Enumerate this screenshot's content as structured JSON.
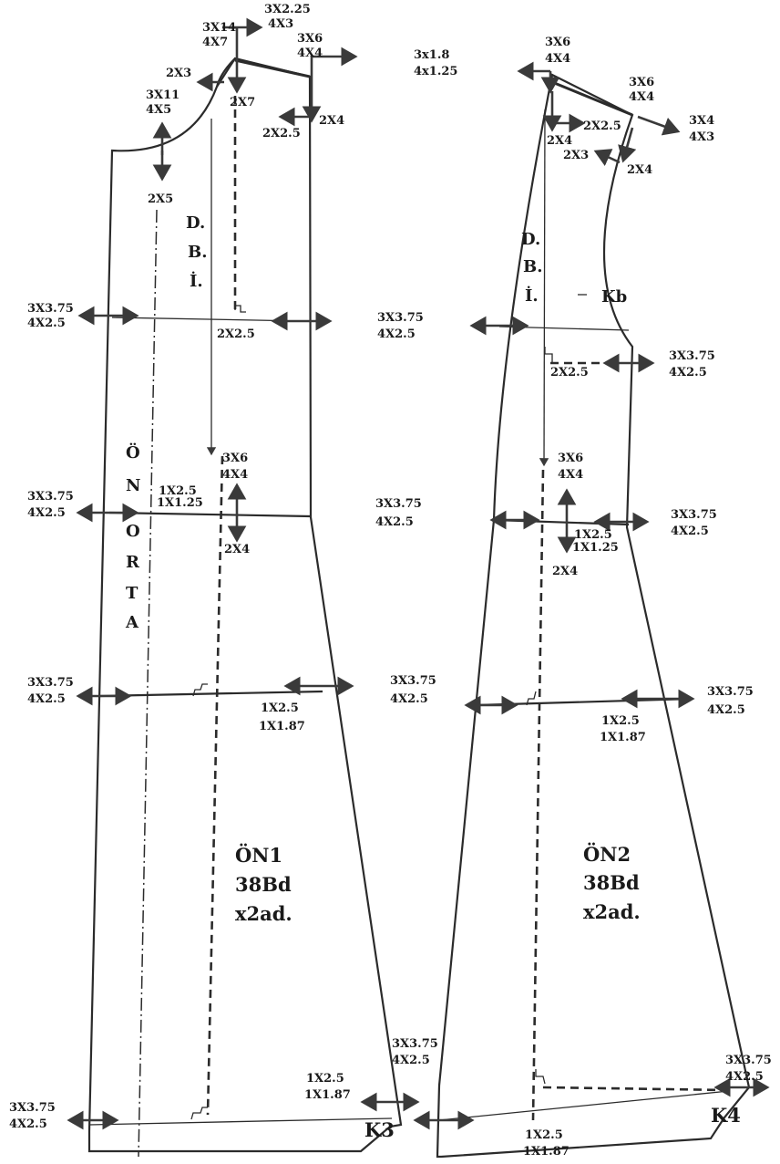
{
  "pieces": {
    "on1": {
      "name": "ÖN1",
      "size": "38Bd",
      "qty": "x2ad.",
      "corner": "K3"
    },
    "on2": {
      "name": "ÖN2",
      "size": "38Bd",
      "qty": "x2ad.",
      "corner": "K4"
    }
  },
  "labels": {
    "dbi_d": "D.",
    "dbi_b": "B.",
    "dbi_i": "İ.",
    "onorta": [
      "Ö",
      "N",
      "O",
      "R",
      "T",
      "A"
    ],
    "kb": "Kb"
  },
  "grades": {
    "l1": "3X14",
    "l2": "4X7",
    "l3": "3X2.25",
    "l4": "4X3",
    "l5": "3X6",
    "l6": "4X4",
    "l7": "2X3",
    "l8": "2X7",
    "l9": "3X11",
    "l10": "4X5",
    "l11": "2X2.5",
    "l12": "2X4",
    "l13": "2X5",
    "l14": "3X3.75",
    "l15": "4X2.5",
    "l16": "2X2.5",
    "l17": "3X6",
    "l18": "4X4",
    "l19": "2X4",
    "l20": "1X2.5",
    "l21": "1X1.25",
    "l22": "3X3.75",
    "l23": "4X2.5",
    "l24": "3X3.75",
    "l25": "4X2.5",
    "l26": "1X2.5",
    "l27": "1X1.87",
    "l28": "3X3.75",
    "l29": "4X2.5",
    "l30": "1X2.5",
    "l31": "1X1.87",
    "l32": "3X3.75",
    "l33": "4X2.5",
    "r1": "3x1.8",
    "r2": "4x1.25",
    "r3": "3X6",
    "r4": "4X4",
    "r5": "3X6",
    "r6": "4X4",
    "r7": "3X4",
    "r8": "4X3",
    "r9": "2X2.5",
    "r10": "2X4",
    "r11": "2X3",
    "r12": "2X4",
    "r13": "3X3.75",
    "r14": "4X2.5",
    "r15": "3X3.75",
    "r16": "4X2.5",
    "r17": "2X2.5",
    "r18": "3X6",
    "r19": "4X4",
    "r20": "3X3.75",
    "r21": "4X2.5",
    "r22": "3X3.75",
    "r23": "4X2.5",
    "r24": "1X2.5",
    "r25": "1X1.25",
    "r26": "2X4",
    "r27": "3X3.75",
    "r28": "4X2.5",
    "r29": "3X3.75",
    "r30": "4X2.5",
    "r31": "1X2.5",
    "r32": "1X1.87",
    "r33": "3X3.75",
    "r34": "4X2.5",
    "r35": "1X2.5",
    "r36": "1X1.87"
  }
}
